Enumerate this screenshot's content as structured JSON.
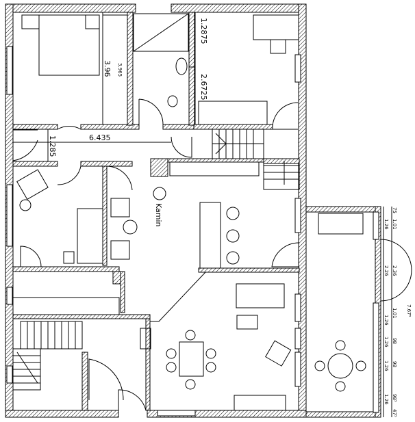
{
  "plan": {
    "dimensions": {
      "corridor_length": "6.435",
      "corridor_width": "1.285",
      "bedroom_depth": "3.96",
      "wardrobe_depth": "3.965",
      "bath_upper": "1.2875",
      "bath_lower": "2.6725"
    },
    "room_labels": {
      "fireplace": "Kamin"
    },
    "conservatory_dimensions": {
      "top_gap": "75",
      "win1_height": "1.01",
      "win1_width": "1.26",
      "door_height": "2.36",
      "door_width": "2.26",
      "win2_height": "1.01",
      "win2_width": "1.26",
      "win3_height": "98",
      "win3_width": "1.26",
      "win4_height": "98",
      "win4_width": "1.26",
      "win5_height": "98⁵",
      "win5_width": "1.26",
      "bottom_gap": "47⁵",
      "total": "7.67⁵"
    }
  }
}
